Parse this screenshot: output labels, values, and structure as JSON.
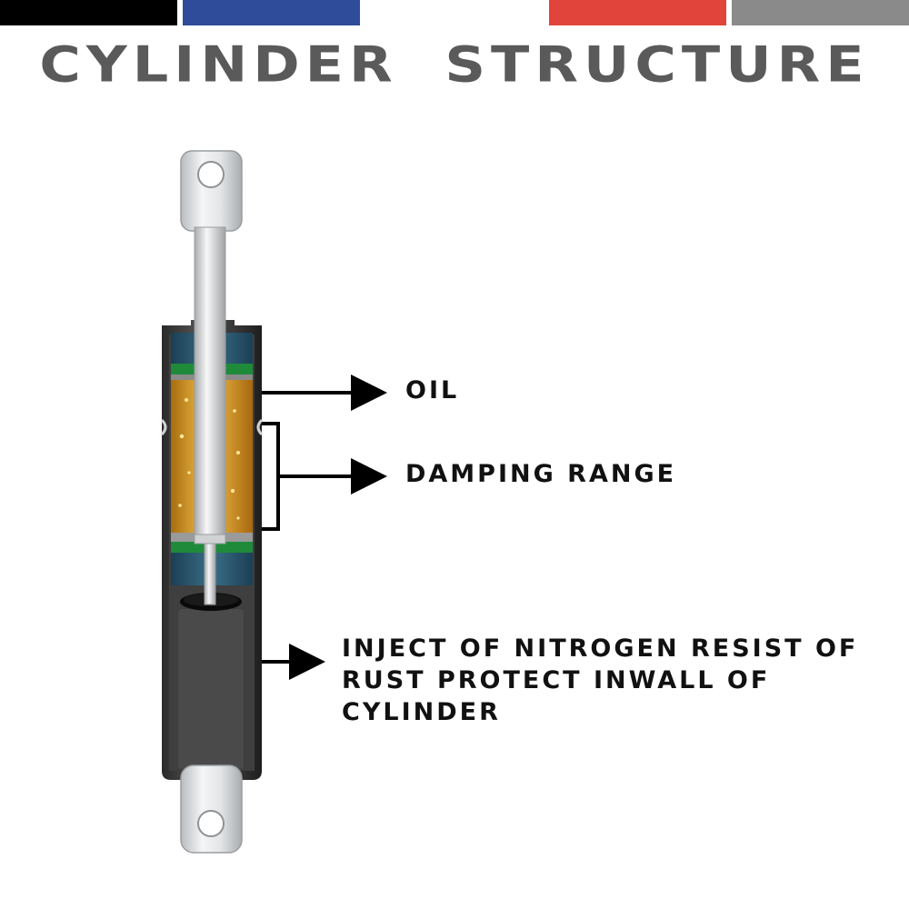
{
  "header": {
    "title": "CYLINDER STRUCTURE",
    "bar_colors": [
      "#000000",
      "#2e4c9a",
      "#ffffff",
      "#e1443a",
      "#8a8a8a"
    ]
  },
  "labels": {
    "oil": "OIL",
    "damping_range": "DAMPING RANGE",
    "nitrogen": "INJECT OF NITROGEN RESIST OF RUST PROTECT INWALL OF CYLINDER"
  },
  "colors": {
    "title": "#5a5a5a",
    "oil": "#e0a530",
    "seal_green": "#1f8a3a",
    "seal_blue": "#27506a",
    "cylinder": "#3c3c3c",
    "metal": "#d8dadc"
  }
}
